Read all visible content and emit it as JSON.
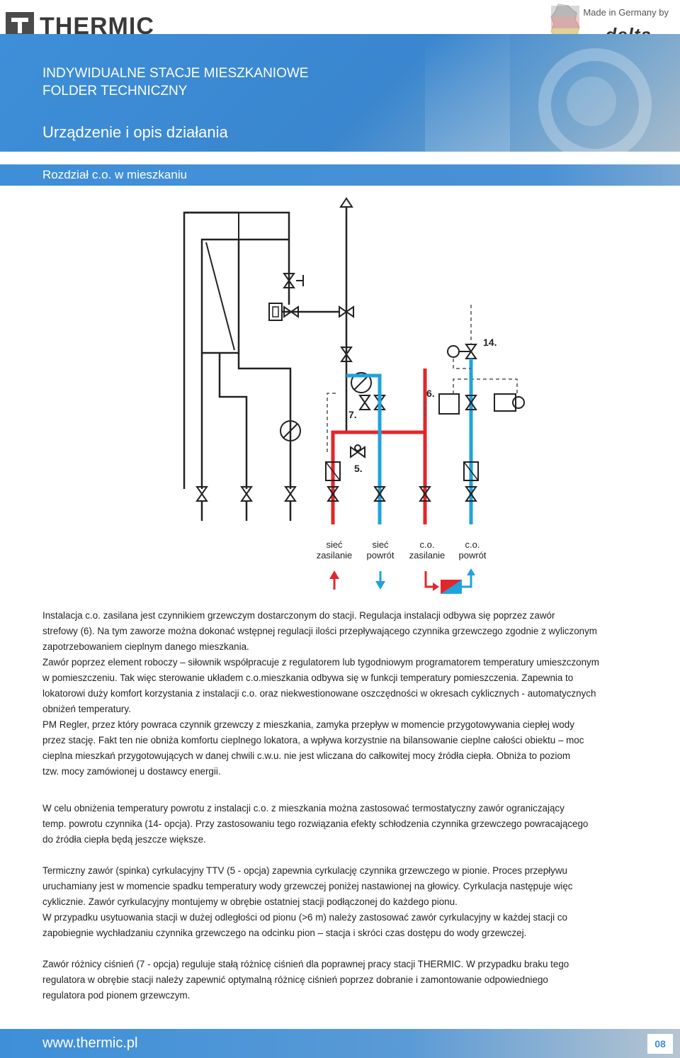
{
  "header": {
    "logo_text": "THERMIC",
    "made_in": "Made in Germany by",
    "partner_logo": "delta"
  },
  "hero": {
    "line1": "INDYWIDUALNE STACJE MIESZKANIOWE",
    "line2": "FOLDER TECHNICZNY",
    "title": "Urządzenie i opis działania"
  },
  "section": {
    "title": "Rozdział c.o. w mieszkaniu"
  },
  "diagram": {
    "labels": {
      "n14": "14.",
      "n6": "6.",
      "n7": "7.",
      "n5": "5."
    },
    "legend": [
      {
        "line1": "sieć",
        "line2": "zasilanie"
      },
      {
        "line1": "sieć",
        "line2": "powrót"
      },
      {
        "line1": "c.o.",
        "line2": "zasilanie"
      },
      {
        "line1": "c.o.",
        "line2": "powrót"
      }
    ],
    "colors": {
      "supply": "#e3262b",
      "return": "#1fa3dc",
      "line": "#222222",
      "dashed": "#555555"
    }
  },
  "text": {
    "p1_l1": "Instalacja c.o. zasilana jest  czynnikiem grzewczym dostarczonym do stacji. Regulacja instalacji  odbywa się poprzez zawór",
    "p1_l2": "strefowy (6). Na tym zaworze można dokonać wstępnej regulacji ilości przepływającego czynnika grzewczego zgodnie z wyliczonym",
    "p1_l3": "zapotrzebowaniem cieplnym danego mieszkania.",
    "p1_l4": "Zawór poprzez element roboczy – siłownik współpracuje z regulatorem lub tygodniowym programatorem temperatury umieszczonym",
    "p1_l5": "w pomieszczeniu. Tak więc sterowanie układem c.o.mieszkania odbywa się w funkcji temperatury pomieszczenia. Zapewnia to",
    "p1_l6": "lokatorowi duży komfort korzystania z instalacji c.o. oraz niekwestionowane oszczędności w okresach cyklicznych - automatycznych",
    "p1_l7": "obniżeń temperatury.",
    "p1_l8": "PM Regler, przez który powraca czynnik grzewczy z mieszkania, zamyka przepływ w momencie przygotowywania ciepłej wody",
    "p1_l9": "przez stację. Fakt ten nie obniża komfortu cieplnego lokatora, a wpływa korzystnie na bilansowanie cieplne całości obiektu – moc",
    "p1_l10": "cieplna mieszkań przygotowujących w danej chwili c.w.u. nie jest wliczana do całkowitej mocy źródła ciepła.  Obniża to poziom",
    "p1_l11": "tzw. mocy zamówionej u dostawcy energii.",
    "p2_l1": "W celu obniżenia temperatury powrotu z instalacji c.o. z mieszkania można zastosować termostatyczny zawór ograniczający",
    "p2_l2": "temp. powrotu czynnika (14- opcja). Przy zastosowaniu tego rozwiązania efekty schłodzenia czynnika grzewczego powracającego",
    "p2_l3": "do źródła ciepła będą  jeszcze większe.",
    "p3_l1": "Termiczny zawór (spinka) cyrkulacyjny TTV (5 - opcja) zapewnia cyrkulację czynnika grzewczego w pionie. Proces przepływu",
    "p3_l2": "uruchamiany jest w momencie spadku temperatury wody grzewczej poniżej nastawionej na głowicy. Cyrkulacja następuje więc",
    "p3_l3": "cyklicznie. Zawór cyrkulacyjny montujemy w obrębie ostatniej stacji podłączonej do każdego pionu.",
    "p3_l4": "W przypadku usytuowania stacji w dużej odległości od pionu (>6 m) należy zastosować zawór cyrkulacyjny w każdej stacji co",
    "p3_l5": "zapobiegnie  wychładzaniu czynnika grzewczego na odcinku  pion – stacja i skróci czas dostępu do wody grzewczej.",
    "p4_l1": "Zawór różnicy ciśnień (7 - opcja) reguluje stałą różnicę ciśnień dla poprawnej pracy stacji THERMIC. W przypadku braku tego",
    "p4_l2": "regulatora w obrębie stacji należy zapewnić optymalną różnicę ciśnień poprzez dobranie i zamontowanie odpowiedniego",
    "p4_l3": "regulatora pod pionem grzewczym."
  },
  "footer": {
    "url": "www.thermic.pl",
    "page": "08"
  }
}
